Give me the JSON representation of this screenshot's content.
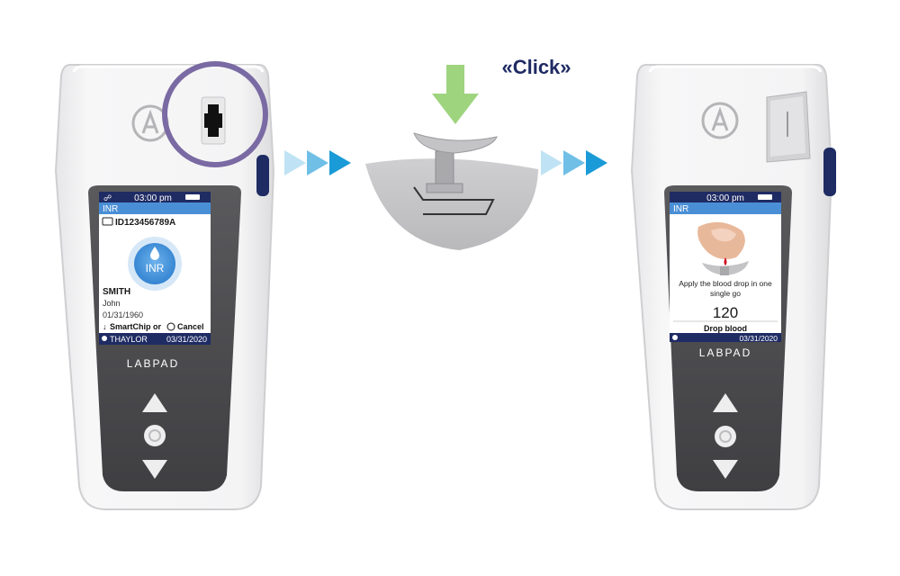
{
  "click_label": "«Click»",
  "colors": {
    "accent_blue": "#4a8fd6",
    "navy": "#1f2b63",
    "arrow_light": "#bfe3f4",
    "arrow_mid": "#6fbfe6",
    "arrow_dark": "#1a9bd7",
    "green_arrow": "#9ed47e",
    "highlight_ring": "#7a6aa3",
    "device_shell": "#f2f2f3",
    "device_dark": "#4d4d50"
  },
  "device_left": {
    "status_time": "03:00 pm",
    "mode": "INR",
    "patient_id": "ID123456789A",
    "test_badge": "INR",
    "last_name": "SMITH",
    "first_name": "John",
    "dob": "01/31/1960",
    "hint_a": "SmartChip or",
    "hint_b": "Cancel",
    "operator": "THAYLOR",
    "date": "03/31/2020",
    "brand": "LABPAD"
  },
  "device_right": {
    "status_time": "03:00 pm",
    "mode": "INR",
    "instruction_line1": "Apply the blood drop in one",
    "instruction_line2": "single go",
    "countdown": "120",
    "action": "Drop blood",
    "date": "03/31/2020",
    "brand": "LABPAD"
  }
}
